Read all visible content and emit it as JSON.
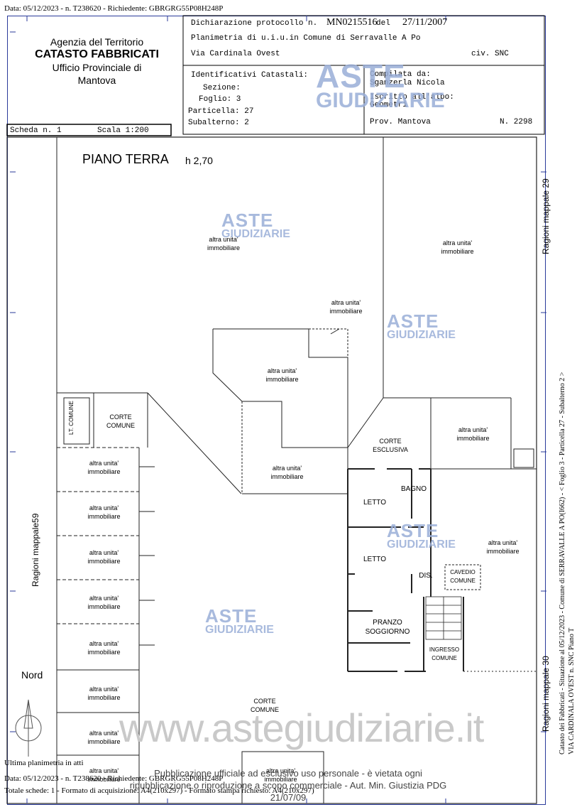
{
  "top_header": "Data: 05/12/2023 - n. T238620 - Richiedente: GBRGRG55P08H248P",
  "agency": {
    "line1": "Agenzia del Territorio",
    "line2": "CATASTO FABBRICATI",
    "line3": "Ufficio Provinciale di",
    "line4": "Mantova"
  },
  "protocol": {
    "label": "Dichiarazione protocollo n.",
    "number": "MN0215516",
    "del_label": "del",
    "date": "27/11/2007",
    "planimetry": "Planimetria di u.i.u.in Comune di Serravalle A Po",
    "address": "Via Cardinala Ovest",
    "civ": "civ. SNC"
  },
  "catastali": {
    "title": "Identificativi Catastali:",
    "sezione": "Sezione:",
    "foglio": "Foglio: 3",
    "particella": "Particella: 27",
    "subalterno": "Subalterno: 2"
  },
  "compilata": {
    "title": "Compilata da:",
    "name": "Sganzerla Nicola",
    "albo": "Iscritto all'albo:",
    "profession": "Geometri",
    "prov": "Prov. Mantova",
    "n": "N.  2298"
  },
  "scheda": "Scheda n. 1",
  "scala": "Scala 1:200",
  "plan": {
    "title": "PIANO TERRA",
    "height": "h 2,70",
    "altra_line1": "altra unita'",
    "altra_line2": "immobiliare",
    "corte_comune_l1": "CORTE",
    "corte_comune_l2": "COMUNE",
    "lt_comune": "LT. COMUNE",
    "corte_esclusiva_l1": "CORTE",
    "corte_esclusiva_l2": "ESCLUSIVA",
    "bagno": "BAGNO",
    "letto": "LETTO",
    "dis": "DIS.",
    "cavedio_l1": "CAVEDIO",
    "cavedio_l2": "COMUNE",
    "pranzo_l1": "PRANZO",
    "pranzo_l2": "SOGGIORNO",
    "ingresso_l1": "INGRESSO",
    "ingresso_l2": "COMUNE",
    "nord": "Nord",
    "ragioni_59": "Ragioni mappale59",
    "ragioni_29": "Ragioni mappale 29",
    "ragioni_30": "Ragioni mappale 30"
  },
  "watermark": {
    "aste": "ASTE",
    "giudiziarie": "GIUDIZIARIE",
    "site": "www.astegiudiziarie.it"
  },
  "publication_note": {
    "line1": "Pubblicazione ufficiale ad esclusivo uso personale - è vietata ogni",
    "line2": "ripubblicazione o riproduzione a scopo commerciale - Aut. Min. Giustizia PDG 21/07/09"
  },
  "footer": {
    "ultima": "Ultima planimetria in atti",
    "data": "Data: 05/12/2023 - n. T238620 - Richiedente: GBRGRG55P08H248P",
    "totale": "Totale schede: 1 - Formato di acquisizione: A4(210x297) - Formato stampa richiesto: A4(210x297)"
  },
  "side_caption": {
    "line1": "Catasto dei Fabbricati - Situazione al 05/12/2023 - Comune di SERRAVALLE A PO(I662) - < Foglio 3 - Particella 27 - Subalterno 2 >",
    "line2": "VIA CARDINALA OVEST n. SNC Piano T"
  },
  "colors": {
    "frame": "#2a3a9a",
    "watermark": "#9aaed8",
    "plan_line": "#222222"
  }
}
